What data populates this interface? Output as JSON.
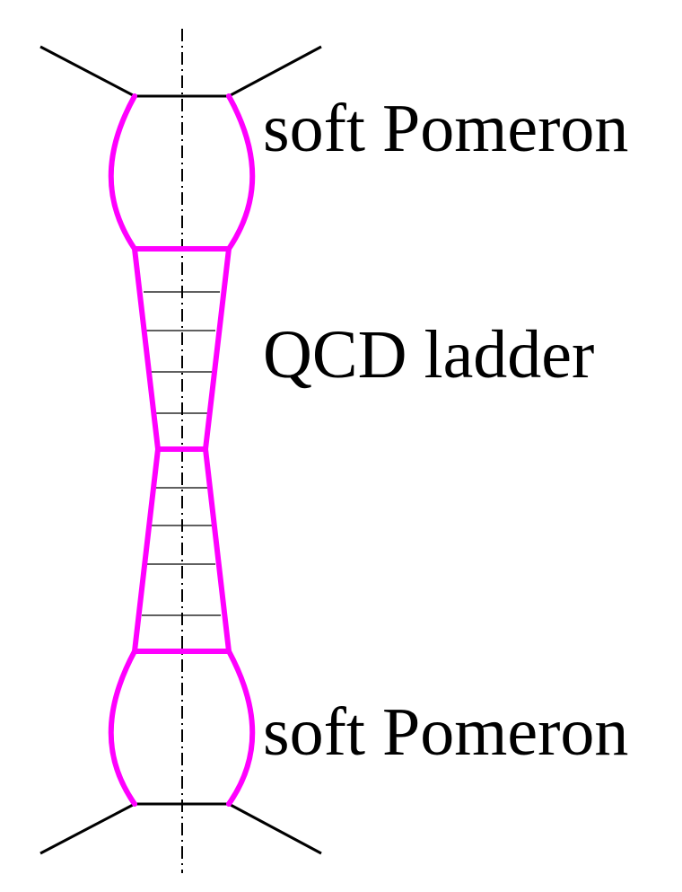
{
  "labels": {
    "top": "soft Pomeron",
    "middle": "QCD ladder",
    "bottom": "soft Pomeron"
  },
  "colors": {
    "pomeron": "#ff00ff",
    "lines": "#000000",
    "background": "#ffffff"
  }
}
